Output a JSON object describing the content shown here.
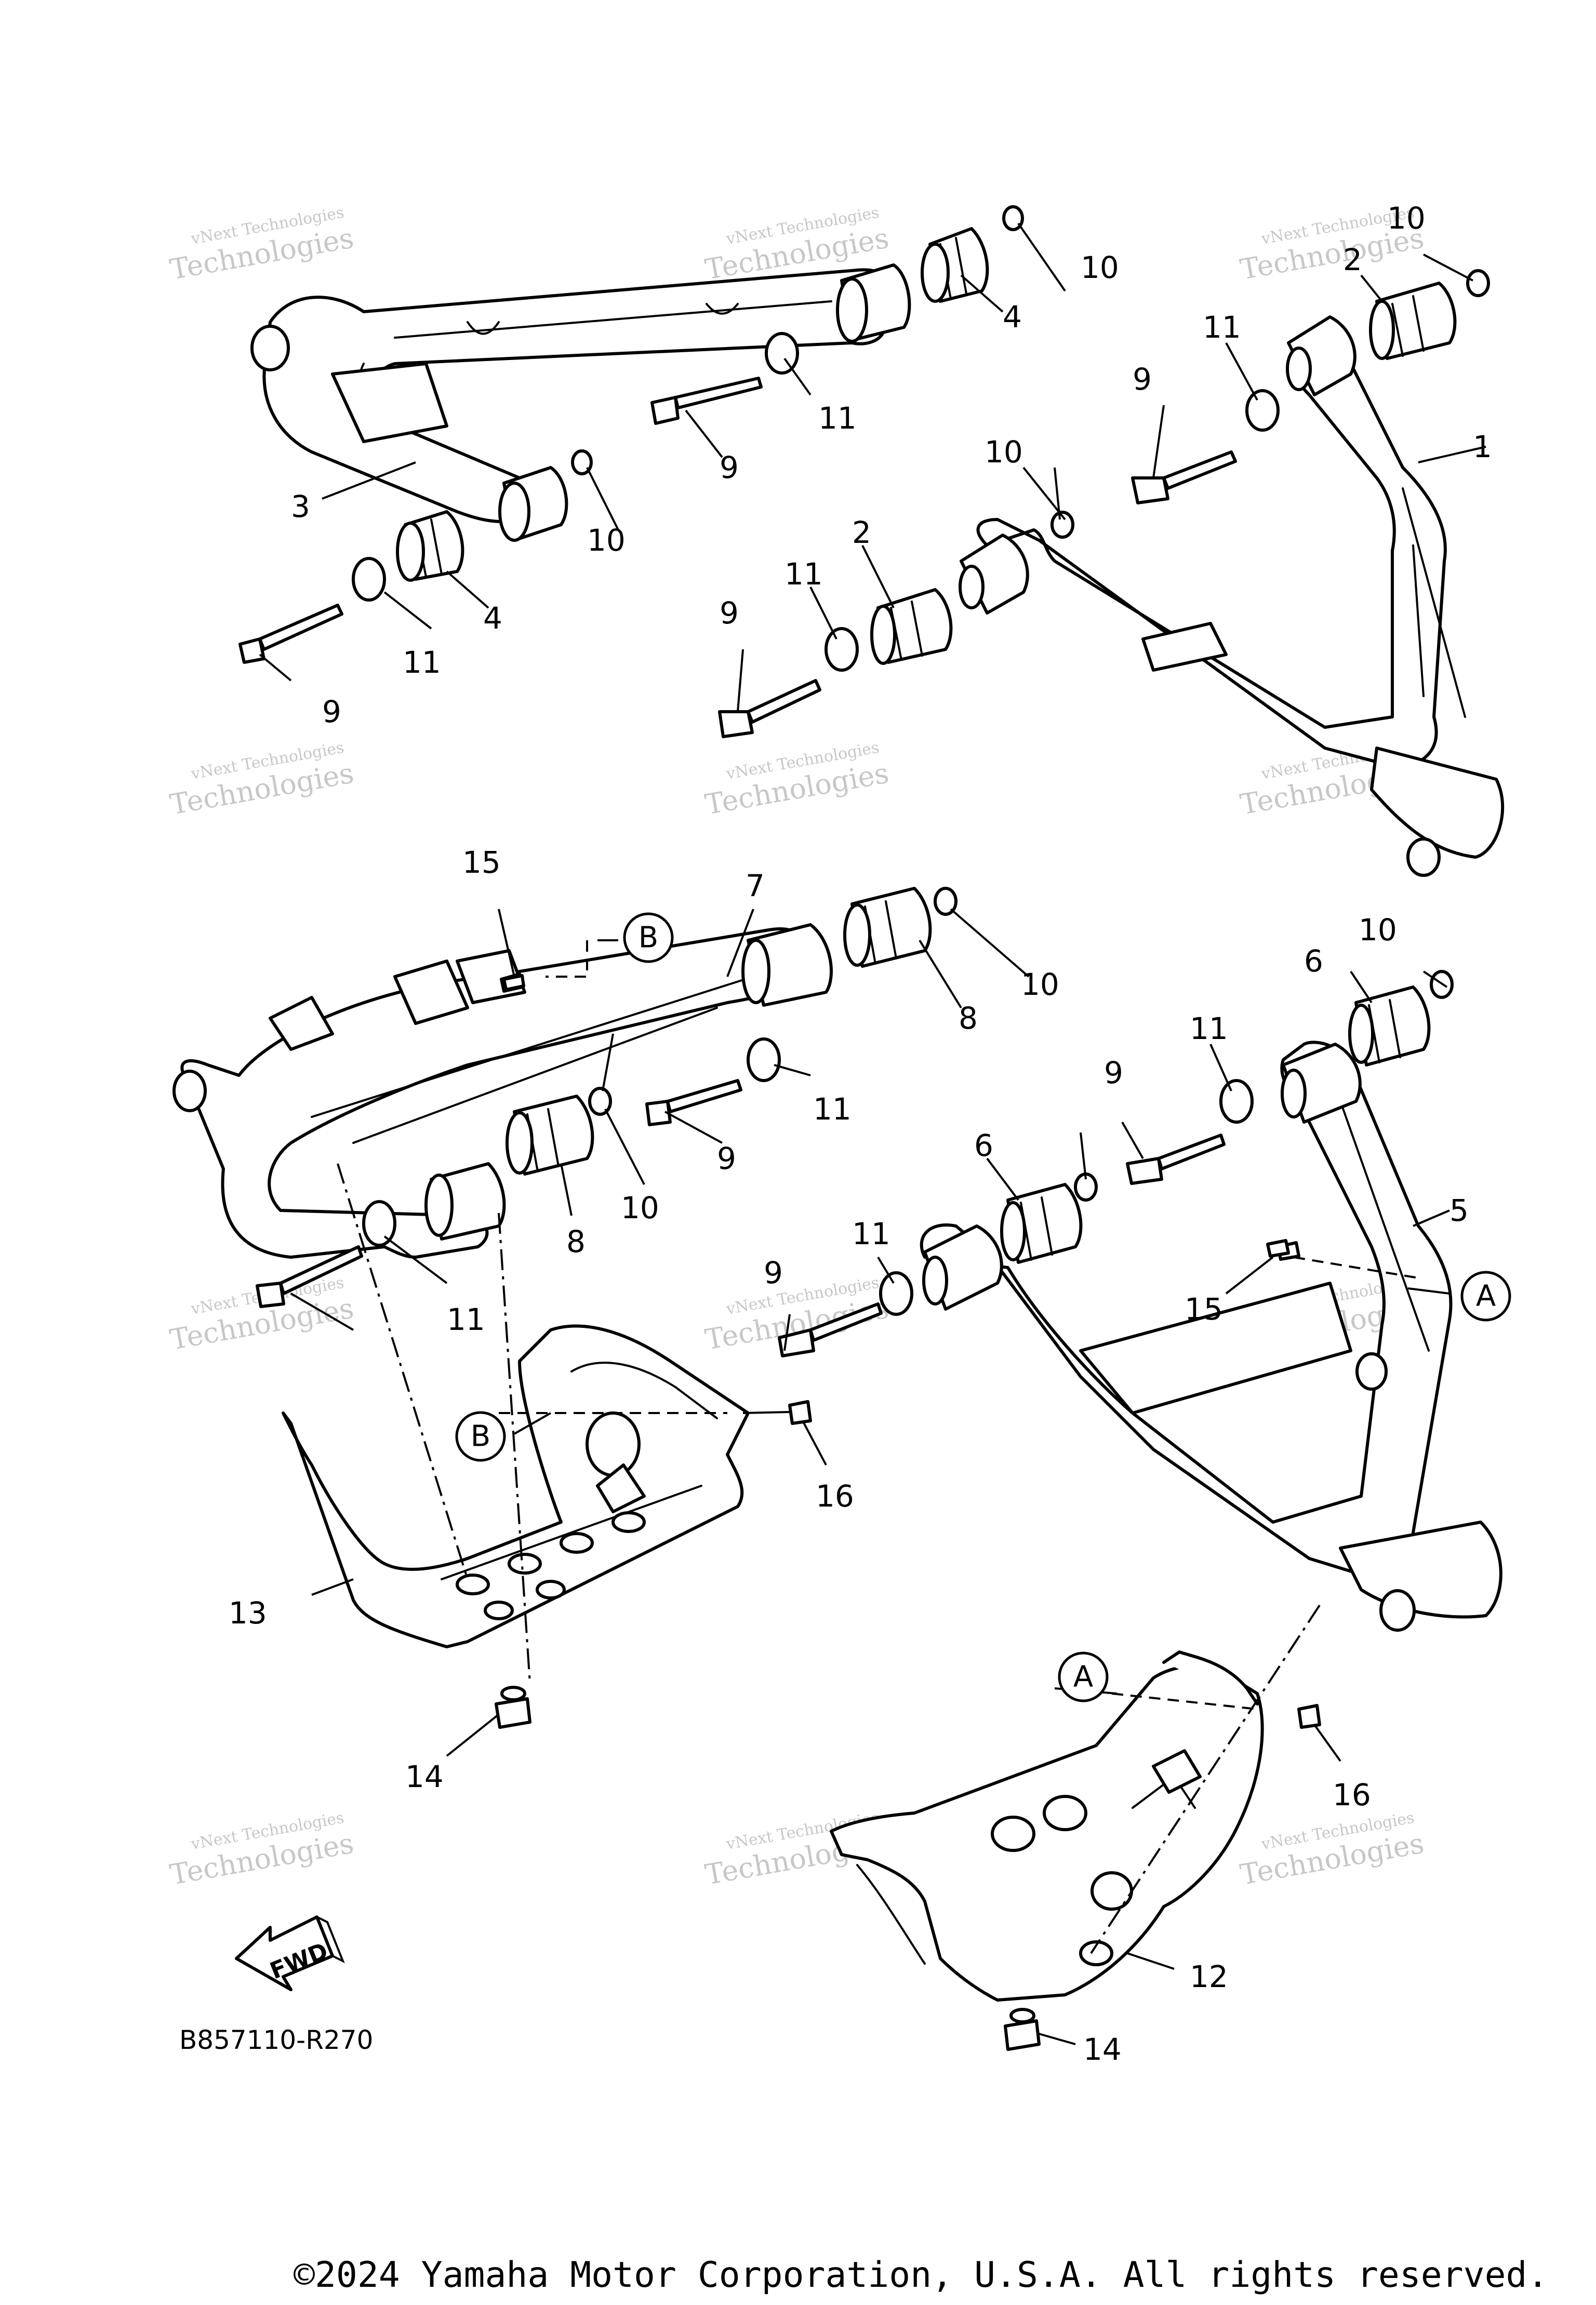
{
  "diagram": {
    "callouts": {
      "c1": "1",
      "c2a": "2",
      "c2b": "2",
      "c3": "3",
      "c4a": "4",
      "c4b": "4",
      "c5": "5",
      "c6a": "6",
      "c6b": "6",
      "c7": "7",
      "c8a": "8",
      "c8b": "8",
      "c9a": "9",
      "c9b": "9",
      "c9c": "9",
      "c9d": "9",
      "c9e": "9",
      "c9f": "9",
      "c9g": "9",
      "c10a": "10",
      "c10b": "10",
      "c10c": "10",
      "c10d": "10",
      "c10e": "10",
      "c10f": "10",
      "c10g": "10",
      "c11a": "11",
      "c11b": "11",
      "c11c": "11",
      "c11d": "11",
      "c11e": "11",
      "c11f": "11",
      "c11g": "11",
      "c11h": "11",
      "c12": "12",
      "c13": "13",
      "c14a": "14",
      "c14b": "14",
      "c15a": "15",
      "c15b": "15",
      "c16a": "16",
      "c16b": "16"
    },
    "references": {
      "refA": "A",
      "refB": "B"
    },
    "fwd_label": "FWD",
    "diagram_code": "B857110-R270",
    "watermark": {
      "line1": "vNext Technologies",
      "line2": "Technologies"
    },
    "copyright": "©2024 Yamaha Motor Corporation, U.S.A. All rights reserved."
  }
}
